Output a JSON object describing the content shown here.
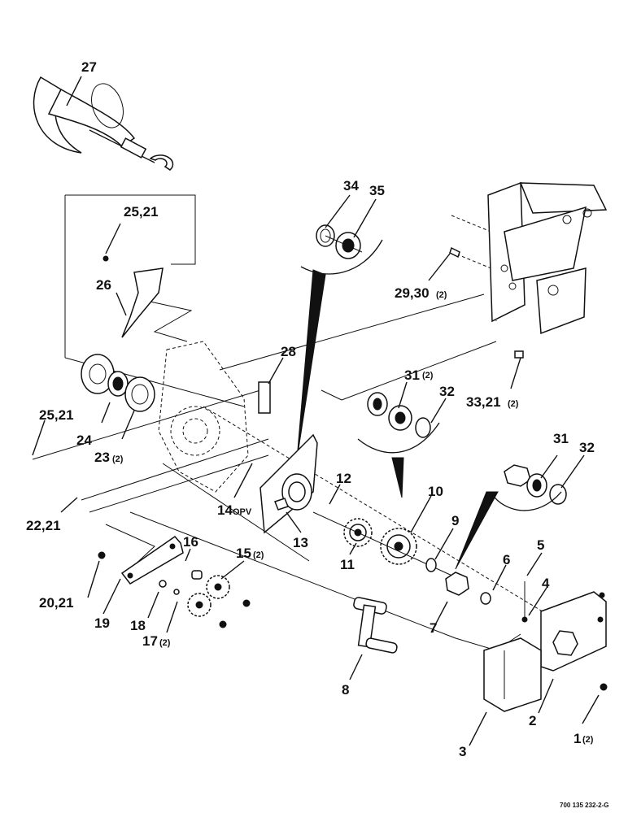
{
  "callouts": [
    {
      "id": "c27",
      "text": "27",
      "qty": ""
    },
    {
      "id": "c34",
      "text": "34",
      "qty": ""
    },
    {
      "id": "c35",
      "text": "35",
      "qty": ""
    },
    {
      "id": "c25a",
      "text": "25,21",
      "qty": ""
    },
    {
      "id": "c26",
      "text": "26",
      "qty": ""
    },
    {
      "id": "c29",
      "text": "29,30",
      "qty": "(2)"
    },
    {
      "id": "c28",
      "text": "28",
      "qty": ""
    },
    {
      "id": "c33",
      "text": "33,21",
      "qty": "(2)"
    },
    {
      "id": "c31a",
      "text": "31",
      "qty": "(2)"
    },
    {
      "id": "c32a",
      "text": "32",
      "qty": ""
    },
    {
      "id": "c25b",
      "text": "25,21",
      "qty": ""
    },
    {
      "id": "c24",
      "text": "24",
      "qty": ""
    },
    {
      "id": "c23",
      "text": "23",
      "qty": "(2)"
    },
    {
      "id": "c12",
      "text": "12",
      "qty": ""
    },
    {
      "id": "c10",
      "text": "10",
      "qty": ""
    },
    {
      "id": "c31b",
      "text": "31",
      "qty": ""
    },
    {
      "id": "c32b",
      "text": "32",
      "qty": ""
    },
    {
      "id": "c14",
      "text": "14",
      "qty": "OPV"
    },
    {
      "id": "c9",
      "text": "9",
      "qty": ""
    },
    {
      "id": "c22",
      "text": "22,21",
      "qty": ""
    },
    {
      "id": "c13",
      "text": "13",
      "qty": ""
    },
    {
      "id": "c11",
      "text": "11",
      "qty": ""
    },
    {
      "id": "c5",
      "text": "5",
      "qty": ""
    },
    {
      "id": "c16",
      "text": "16",
      "qty": ""
    },
    {
      "id": "c15",
      "text": "15",
      "qty": "(2)"
    },
    {
      "id": "c6",
      "text": "6",
      "qty": ""
    },
    {
      "id": "c4",
      "text": "4",
      "qty": ""
    },
    {
      "id": "c20",
      "text": "20,21",
      "qty": ""
    },
    {
      "id": "c19",
      "text": "19",
      "qty": ""
    },
    {
      "id": "c18",
      "text": "18",
      "qty": ""
    },
    {
      "id": "c17",
      "text": "17",
      "qty": "(2)"
    },
    {
      "id": "c7",
      "text": "7",
      "qty": ""
    },
    {
      "id": "c8",
      "text": "8",
      "qty": ""
    },
    {
      "id": "c2",
      "text": "2",
      "qty": ""
    },
    {
      "id": "c3",
      "text": "3",
      "qty": ""
    },
    {
      "id": "c1",
      "text": "1",
      "qty": "(2)"
    }
  ],
  "document_id": "700 135 232-2-G"
}
